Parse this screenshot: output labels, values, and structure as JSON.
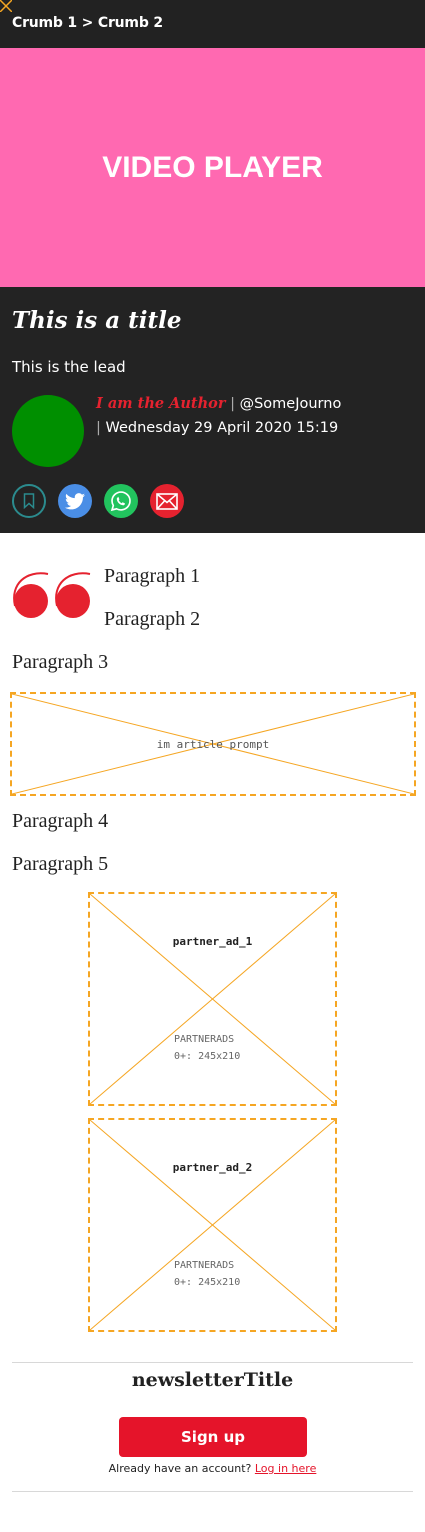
{
  "breadcrumb": {
    "items": [
      "Crumb 1",
      "Crumb 2"
    ],
    "separator": ">"
  },
  "video": {
    "label": "VIDEO PLAYER"
  },
  "article": {
    "title": "This is a title",
    "lead": "This is the lead",
    "author": {
      "name": "I am the Author",
      "handle": "@SomeJourno",
      "date": "Wednesday 29 April 2020 15:19"
    },
    "paragraphs": [
      "Paragraph 1",
      "Paragraph 2",
      "Paragraph 3",
      "Paragraph 4",
      "Paragraph 5"
    ]
  },
  "share": {
    "icons": [
      "bookmark-icon",
      "twitter-icon",
      "whatsapp-icon",
      "email-icon"
    ]
  },
  "prompt": {
    "label": "im article prompt"
  },
  "ads": [
    {
      "name": "partner_ad_1",
      "provider": "PARTNERADS",
      "size": "0+: 245x210"
    },
    {
      "name": "partner_ad_2",
      "provider": "PARTNERADS",
      "size": "0+: 245x210"
    }
  ],
  "newsletter": {
    "title": "newsletterTitle",
    "button": "Sign up",
    "login_prompt": "Already have an account?",
    "login_link": "Log in here"
  },
  "colors": {
    "header_bg": "#222222",
    "video_bg": "#ff69b1",
    "accent": "#e5222f",
    "avatar": "#008f00",
    "placeholder_border": "#f5a623"
  }
}
